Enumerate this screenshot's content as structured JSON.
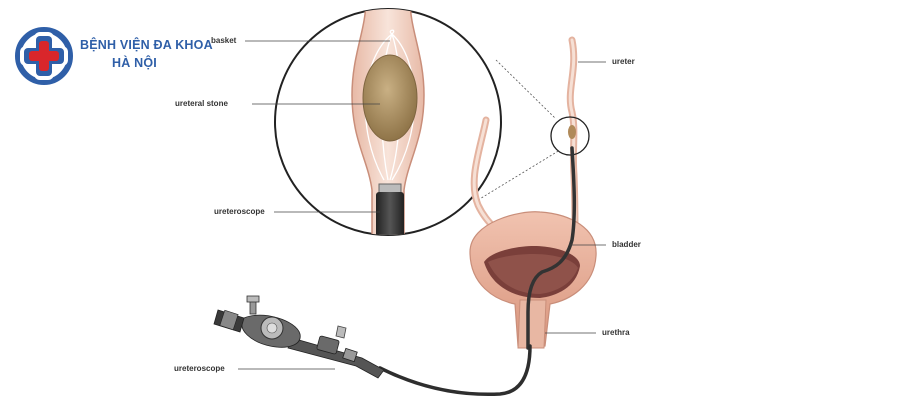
{
  "logo": {
    "line1": "BỆNH VIỆN ĐA KHOA",
    "line2": "HÀ NỘI",
    "brand_blue": "#2f5fa8",
    "brand_red": "#d9262b",
    "icon": "medical-cross-logo-icon"
  },
  "labels": {
    "basket": "basket",
    "ureteral_stone": "ureteral stone",
    "ureteroscope_top": "ureteroscope",
    "ureter": "ureter",
    "bladder": "bladder",
    "urethra": "urethra",
    "ureteroscope_bottom": "ureteroscope"
  },
  "colors": {
    "tissue_fill": "#f3d6c8",
    "tissue_stroke": "#c98e7a",
    "bladder_fill": "#ecb5a0",
    "bladder_inner": "#7a3f3a",
    "stone": "#b89b6e",
    "scope_dark": "#3a3a3a",
    "leader_line": "#444444"
  }
}
